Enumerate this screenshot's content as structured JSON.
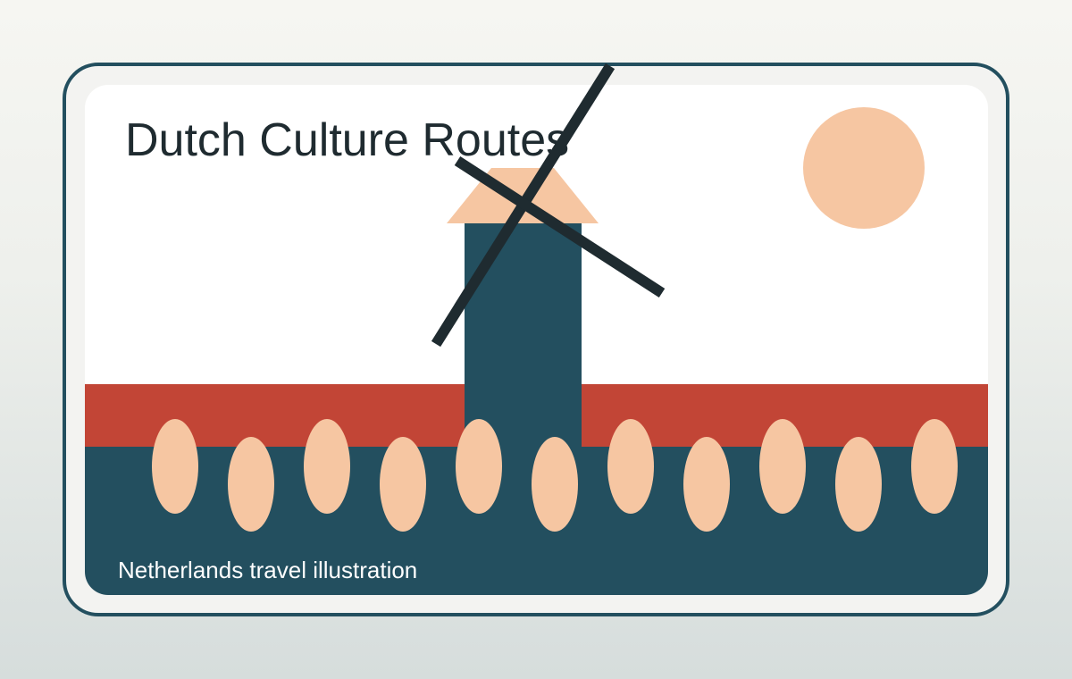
{
  "poster": {
    "title": "Dutch Culture Routes",
    "caption": "Netherlands travel illustration"
  },
  "colors": {
    "frame_stroke": "#234f5f",
    "frame_fill": "#f3f3f1",
    "sky": "#ffffff",
    "accent_red": "#c24536",
    "canal": "#234f5f",
    "peach": "#f6c6a2",
    "blade": "#1f2b30",
    "text_dark": "#1f2b30",
    "text_light": "#ffffff"
  },
  "icons": {
    "sun": "sun-icon",
    "windmill": "windmill-icon",
    "tulips": "tulip-icon"
  },
  "scene": {
    "tulip_count": 11
  }
}
